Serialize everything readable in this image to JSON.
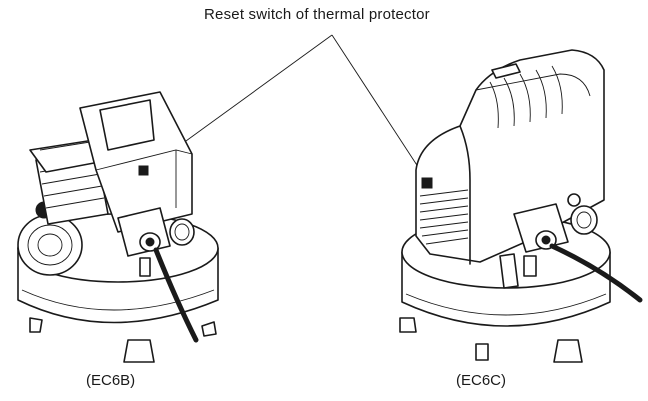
{
  "callout": {
    "label": "Reset switch of thermal protector"
  },
  "models": [
    {
      "caption": "(EC6B)"
    },
    {
      "caption": "(EC6C)"
    }
  ]
}
